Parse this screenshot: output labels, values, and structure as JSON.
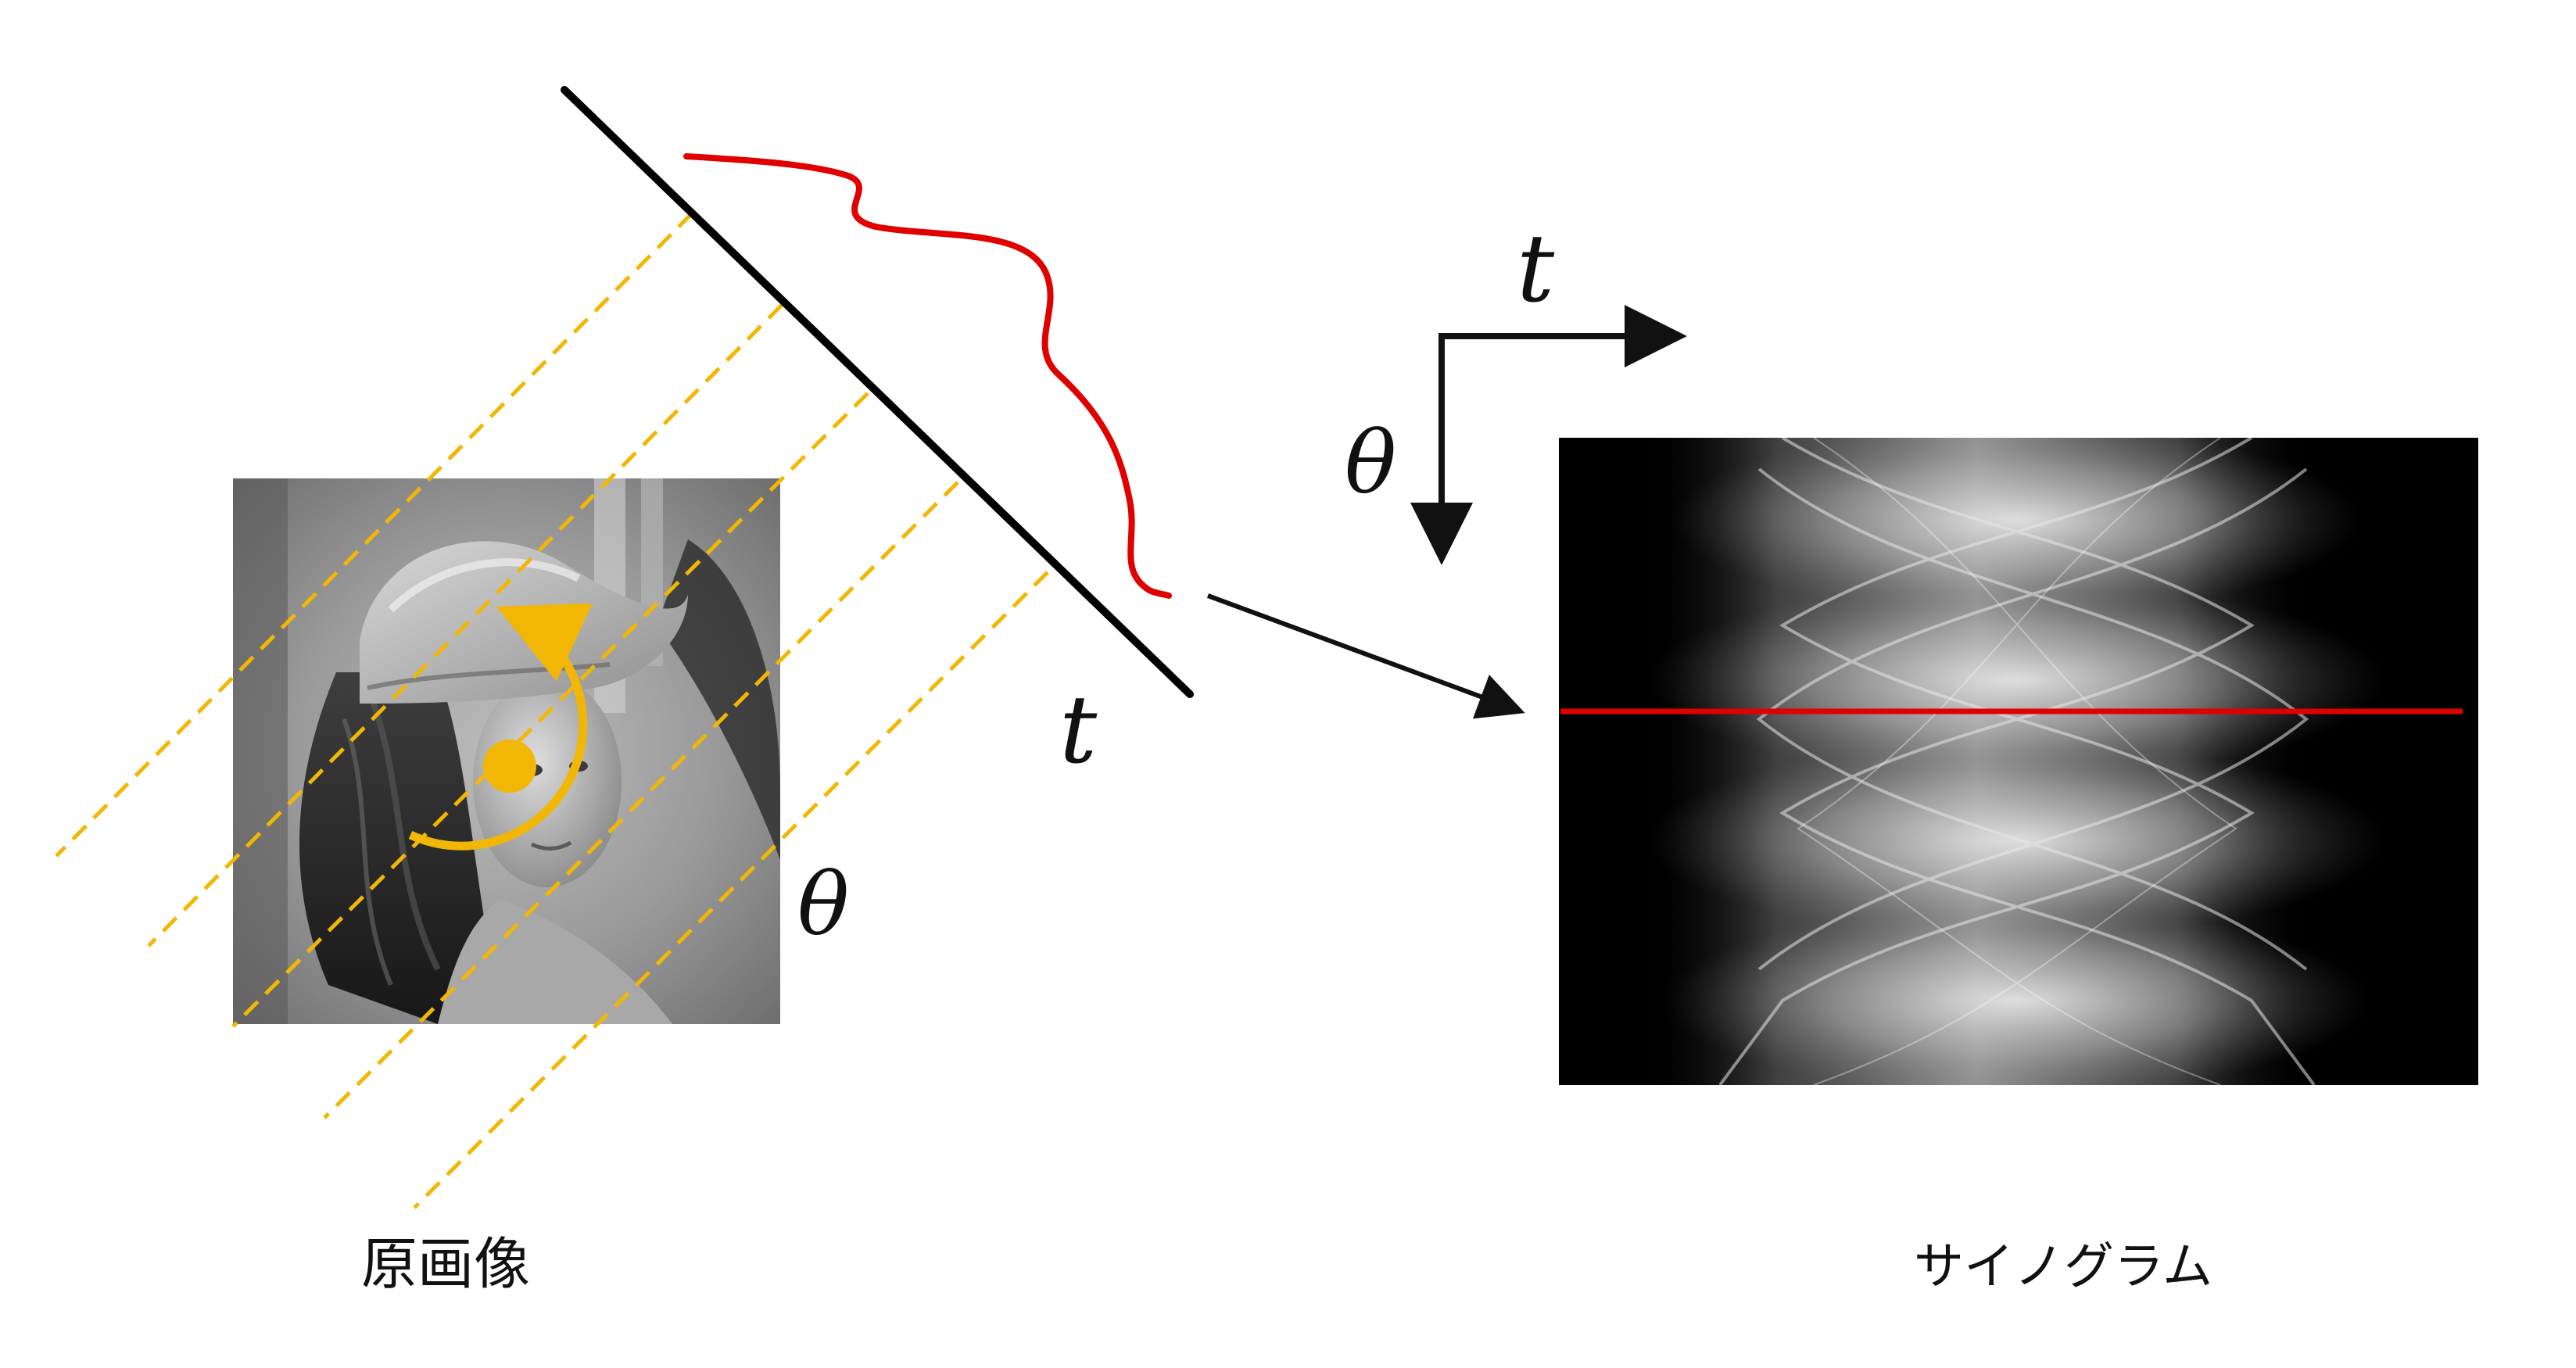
{
  "labels": {
    "projection_t": "t",
    "rotation_theta": "θ",
    "sinogram_axis_t": "t",
    "sinogram_axis_theta": "θ",
    "original_caption": "原画像",
    "sinogram_caption": "サイノグラム"
  },
  "colors": {
    "projection_line": "#000000",
    "profile_curve": "#e00000",
    "ray_lines": "#f2b705",
    "rotation": "#f2b705",
    "sinogram_background": "#000000",
    "sinogram_highlight": "#e00000"
  },
  "icons": {
    "original_image": "grayscale-portrait-photo",
    "sinogram_image": "grayscale-sinogram"
  }
}
